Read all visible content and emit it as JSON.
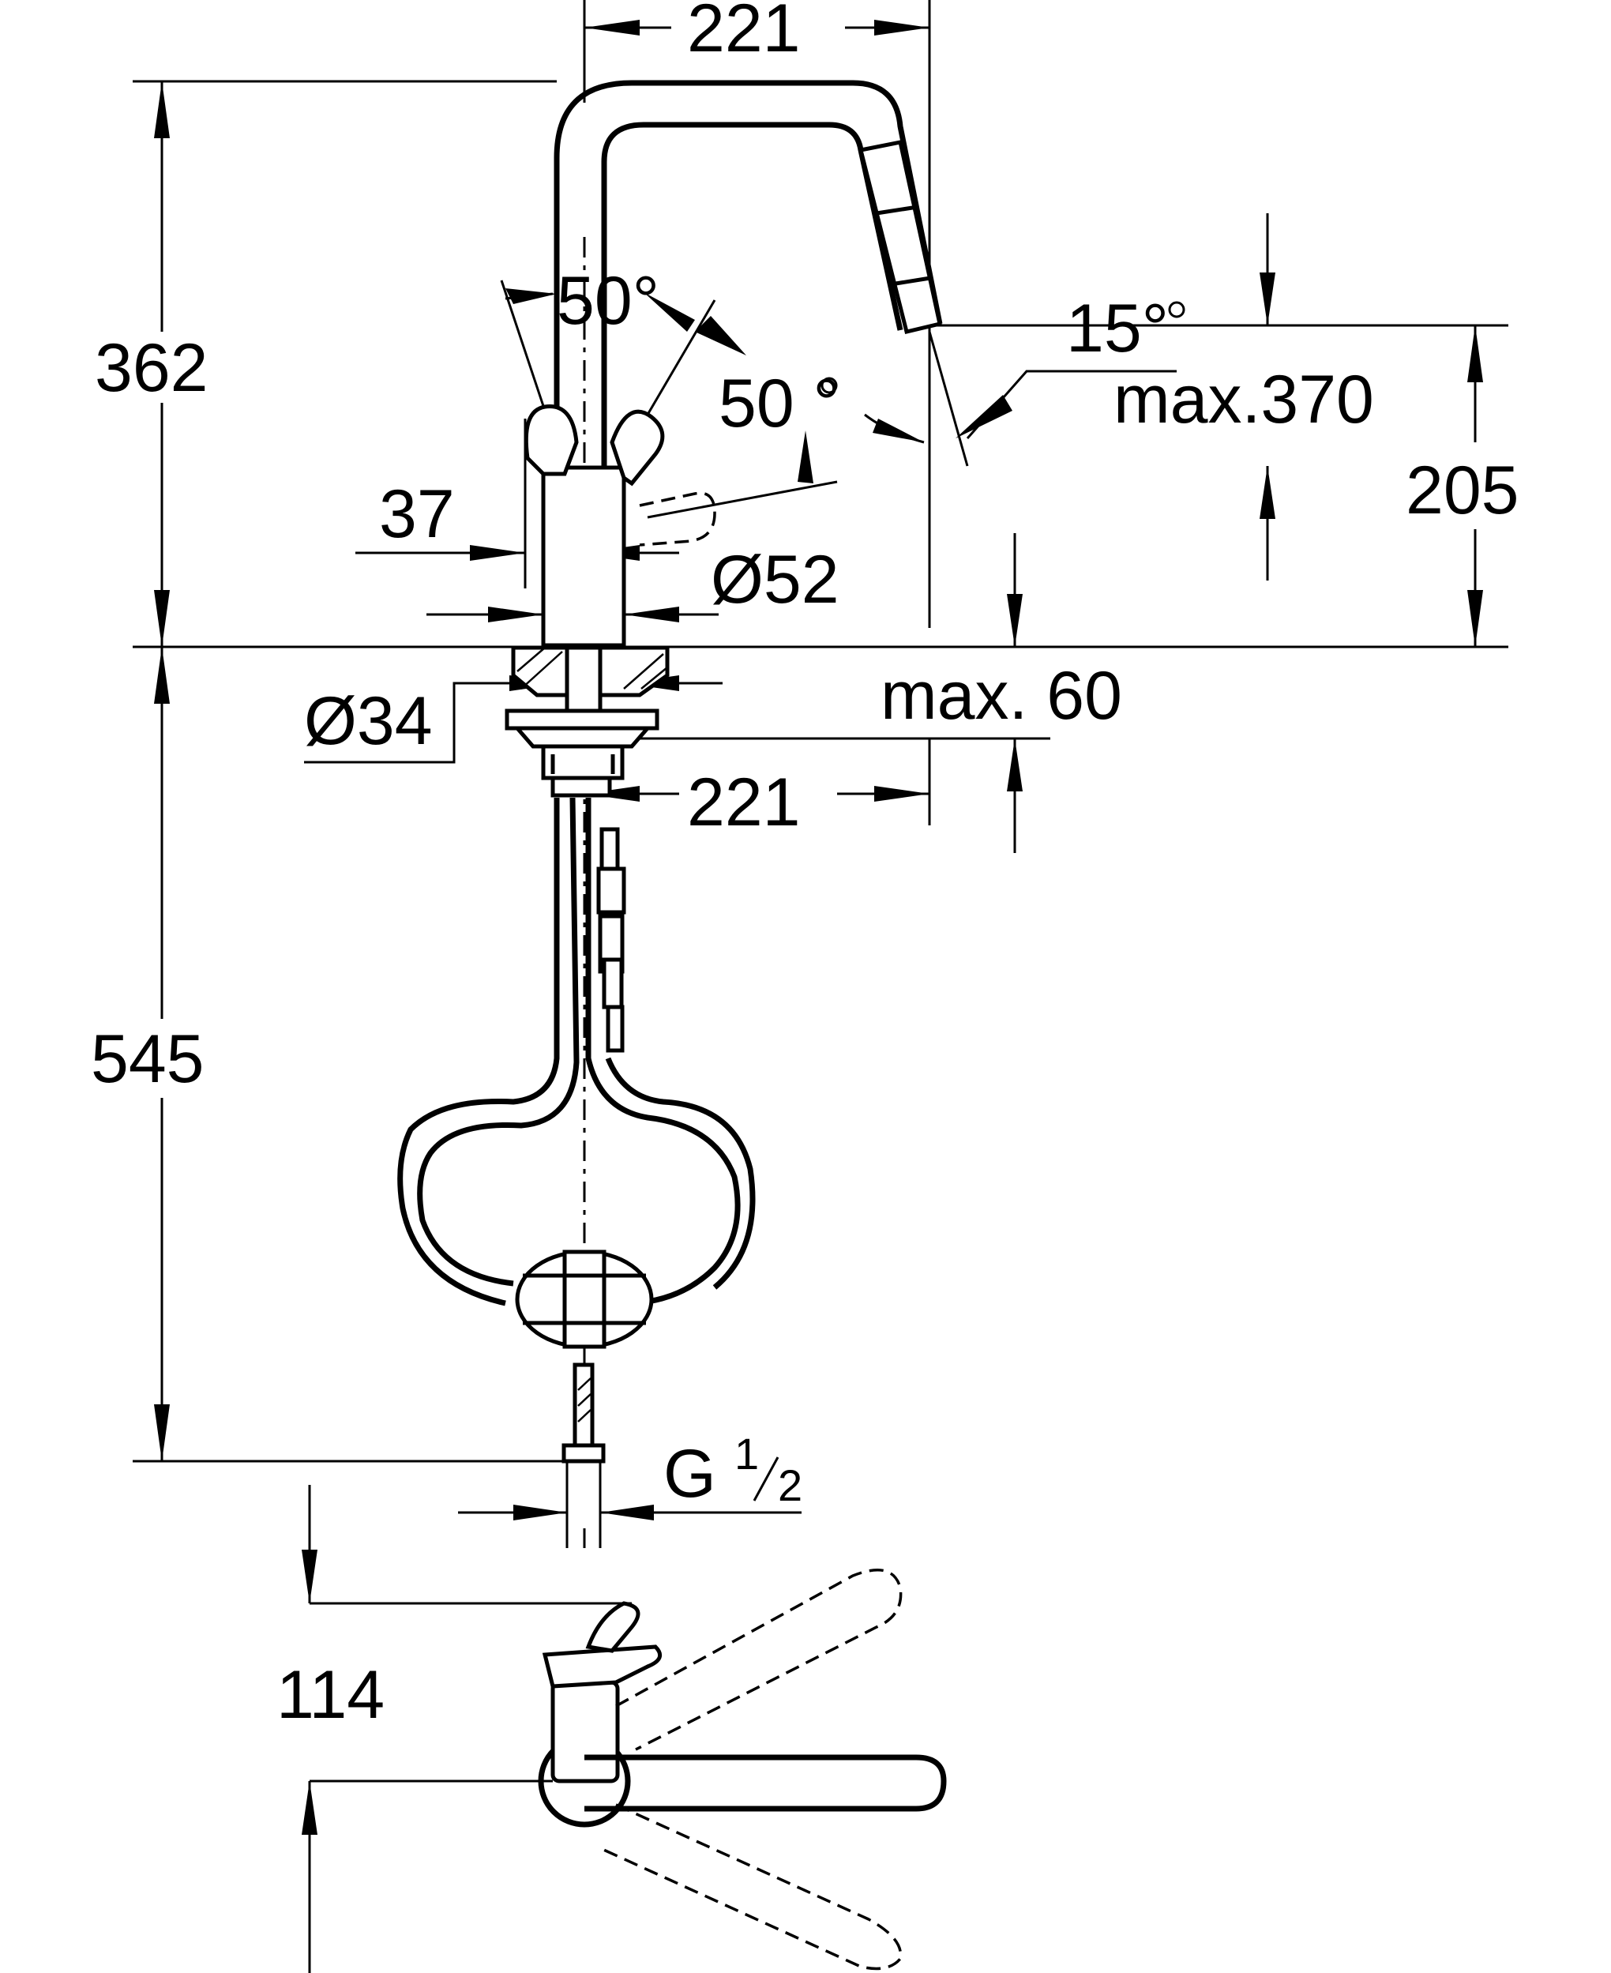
{
  "dimensions": {
    "spout_reach_top": "221",
    "height_362": "362",
    "angle_lever_left": "50°",
    "angle_lever_right": "50 °",
    "spray_angle": "15°",
    "max_370": "max.370",
    "height_205": "205",
    "lever_37": "37",
    "dia_52": "Ø52",
    "dia_34": "Ø34",
    "max_60": "max. 60",
    "spout_reach_bottom": "221",
    "height_545": "545",
    "thread_g": "G",
    "thread_num": "1",
    "thread_den": "2",
    "top_view_114": "114"
  },
  "colors": {
    "line": "#000000",
    "background": "#ffffff"
  }
}
